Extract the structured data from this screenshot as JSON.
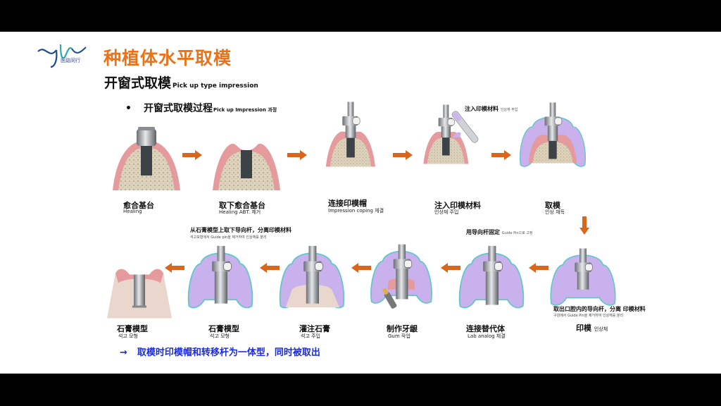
{
  "logo": {
    "subtitle": "医路同行"
  },
  "title": "种植体水平取模",
  "subtitle": {
    "zh": "开窗式取模",
    "en": "Pick up type impression"
  },
  "bullet": {
    "zh": "开窗式取模过程",
    "en": "Pick up Impression 과정"
  },
  "steps_top": [
    {
      "zh": "愈合基台",
      "en": "Healing"
    },
    {
      "zh": "取下愈合基台",
      "en": "Healing ABT. 제거"
    },
    {
      "zh": "连接印模帽",
      "en": "Impression coping 체결"
    },
    {
      "zh": "注入印模材料",
      "en": "인상재 주입"
    },
    {
      "zh": "取模",
      "en": "인상 채득"
    }
  ],
  "steps_bottom": [
    {
      "zh": "石膏模型",
      "en": "석고 모형"
    },
    {
      "zh": "石膏模型",
      "en": "석고 모형"
    },
    {
      "zh": "灌注石膏",
      "en": "석고 주입"
    },
    {
      "zh": "制作牙龈",
      "en": "Gum 작업"
    },
    {
      "zh": "连接替代体",
      "en": "Lab analog 체결"
    },
    {
      "zh": "印模",
      "en": "인상체"
    }
  ],
  "notes": {
    "inject": {
      "zh": "注入印模材料",
      "en": "인상재 주입"
    },
    "remove": {
      "zh": "从石膏模型上取下导向杆，分离印模材料",
      "en": "석고모형에서 Guide pin을 제거하여 인상체를 분리"
    },
    "fix": {
      "zh": "用导向杆固定",
      "en": "Guide Pin으로 고정"
    },
    "takeout": {
      "zh": "取出口腔内的导向杆，分离 印模材料",
      "en": "구강에서 Guide Pin을 제거하여 인상체를 분리"
    }
  },
  "summary": {
    "arrow": "→",
    "text": "取模时印模帽和转移杆为一体型，同时被取出"
  },
  "colors": {
    "title": "#e8731c",
    "summary": "#1b2be0",
    "arrow": "#d9661b",
    "gum": "#e59a9e",
    "impression": "#c9b1ee",
    "bone": "#ddd2bb"
  }
}
